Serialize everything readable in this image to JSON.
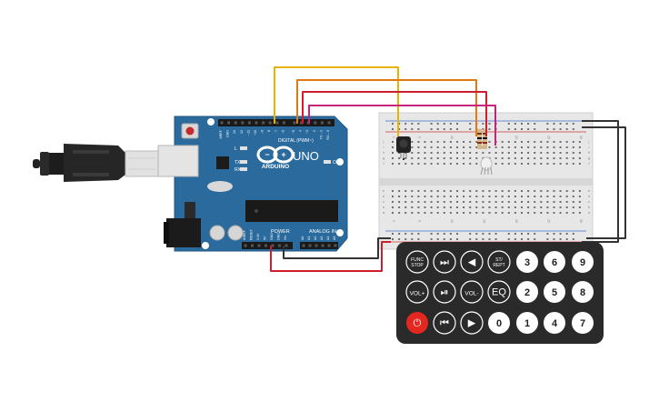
{
  "arduino": {
    "brand": "ARDUINO",
    "model": "UNO",
    "digital_label": "DIGITAL (PWM~)",
    "power_label": "POWER",
    "analog_label": "ANALOG IN",
    "on_label": "ON",
    "tx_label": "TX",
    "rx_label": "RX",
    "l_label": "L",
    "digital_pins": [
      "AREF",
      "GND",
      "13",
      "12",
      "~11",
      "~10",
      "~9",
      "8",
      "7",
      "~6",
      "~5",
      "4",
      "~3",
      "2",
      "TX→1",
      "RX←0"
    ],
    "power_pins": [
      "IOREF",
      "RESET",
      "3.3V",
      "5V",
      "GND",
      "GND",
      "Vin"
    ],
    "analog_pins": [
      "A0",
      "A1",
      "A2",
      "A3",
      "A4",
      "A5"
    ]
  },
  "breadboard": {
    "row_letters_top": [
      "j",
      "i",
      "h",
      "g",
      "f"
    ],
    "row_letters_bottom": [
      "e",
      "d",
      "c",
      "b",
      "a"
    ],
    "column_numbers": [
      "1",
      "5",
      "10",
      "15",
      "20",
      "25",
      "30"
    ]
  },
  "remote": {
    "buttons": [
      "FUNC STOP",
      "⏭",
      "◀",
      "ST/ REPT",
      "3",
      "6",
      "9",
      "VOL+",
      "⏯",
      "VOL-",
      "EQ",
      "2",
      "5",
      "8",
      "⏻",
      "⏮",
      "▶",
      "0",
      "1",
      "4",
      "7"
    ]
  },
  "colors": {
    "board": "#2a6a9d",
    "board_dark": "#1f5682",
    "wire_yellow": "#e8b400",
    "wire_orange": "#e07a10",
    "wire_red": "#cc1e2d",
    "wire_magenta": "#c8237a",
    "wire_black": "#333333",
    "remote_body": "#2a2a2a",
    "power_button": "#e5281f"
  }
}
